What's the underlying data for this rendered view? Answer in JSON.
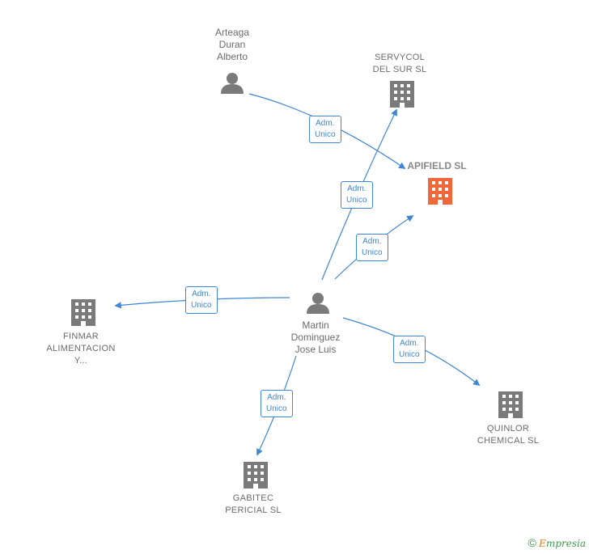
{
  "nodes": {
    "arteaga": {
      "label": "Arteaga\nDuran\nAlberto",
      "type": "person"
    },
    "servycol": {
      "label": "SERVYCOL\nDEL SUR  SL",
      "type": "company"
    },
    "apifield": {
      "label": "APIFIELD  SL",
      "type": "company",
      "color": "#f0683a"
    },
    "finmar": {
      "label": "FINMAR\nALIMENTACION\nY...",
      "type": "company"
    },
    "martin": {
      "label": "Martin\nDominguez\nJose Luis",
      "type": "person"
    },
    "quinlor": {
      "label": "QUINLOR\nCHEMICAL  SL",
      "type": "company"
    },
    "gabitec": {
      "label": "GABITEC\nPERICIAL  SL",
      "type": "company"
    }
  },
  "edges": [
    {
      "from": "arteaga",
      "to": "apifield",
      "label": "Adm.\nUnico"
    },
    {
      "from": "martin",
      "to": "servycol",
      "label": "Adm.\nUnico"
    },
    {
      "from": "martin",
      "to": "apifield",
      "label": "Adm.\nUnico"
    },
    {
      "from": "martin",
      "to": "finmar",
      "label": "Adm.\nUnico"
    },
    {
      "from": "martin",
      "to": "quinlor",
      "label": "Adm.\nUnico"
    },
    {
      "from": "martin",
      "to": "gabitec",
      "label": "Adm.\nUnico"
    }
  ],
  "colors": {
    "edge": "#3f86d4",
    "node": "#7a7a7a",
    "focus": "#f0683a"
  },
  "footer": {
    "copyright": "©",
    "brand_first": "E",
    "brand_rest": "mpresia"
  }
}
